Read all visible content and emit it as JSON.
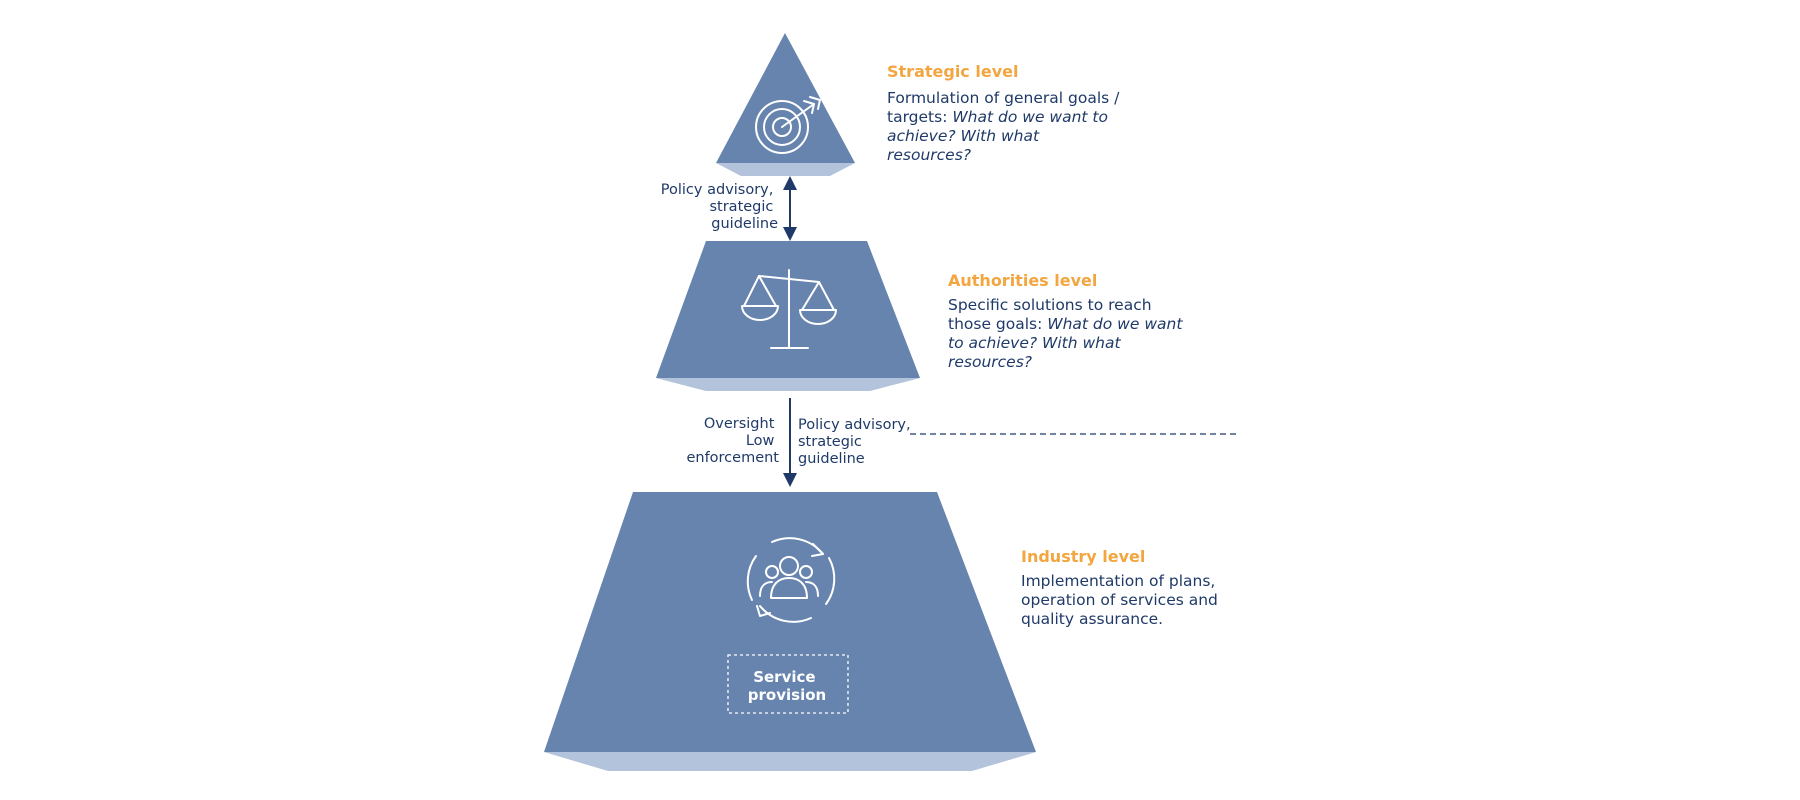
{
  "colors": {
    "shape": "#6684ae",
    "shape_shadow": "#b3c3db",
    "heading": "#f3a540",
    "text": "#1f3a68",
    "icon": "#ffffff"
  },
  "levels": [
    {
      "heading": "Strategic level",
      "desc_lines": [
        {
          "plain": "Formulation of general goals /",
          "italic": ""
        },
        {
          "plain": "targets: ",
          "italic": "What do we want to"
        },
        {
          "plain": "",
          "italic": "achieve? With what"
        },
        {
          "plain": "",
          "italic": "resources?"
        }
      ],
      "icon": "target-icon"
    },
    {
      "heading": "Authorities level",
      "desc_lines": [
        {
          "plain": "Specific solutions to reach",
          "italic": ""
        },
        {
          "plain": "those goals: ",
          "italic": "What do we want"
        },
        {
          "plain": "",
          "italic": "to achieve? With what"
        },
        {
          "plain": "",
          "italic": "resources?"
        }
      ],
      "icon": "scales-icon"
    },
    {
      "heading": "Industry level",
      "desc_lines": [
        {
          "plain": "Implementation of plans,",
          "italic": ""
        },
        {
          "plain": "operation of services and",
          "italic": ""
        },
        {
          "plain": "quality assurance.",
          "italic": ""
        }
      ],
      "icon": "people-cycle-icon"
    }
  ],
  "connectors": {
    "top_left": [
      "Policy advisory,",
      "strategic",
      "guideline"
    ],
    "bottom_left": [
      "Oversight",
      "Low",
      "enforcement"
    ],
    "bottom_right": [
      "Policy advisory,",
      "strategic",
      "guideline"
    ]
  },
  "service_box": [
    "Service",
    "provision"
  ]
}
